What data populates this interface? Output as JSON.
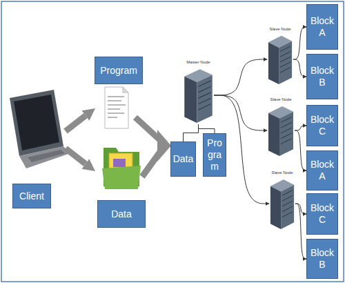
{
  "diagram": {
    "nodes": [
      {
        "text": [
          "Program"
        ]
      },
      {
        "text": [
          "Client"
        ]
      },
      {
        "text": [
          "Data"
        ]
      },
      {
        "text": [
          "Master Node"
        ]
      },
      {
        "text": [
          "Data"
        ]
      },
      {
        "text": [
          "Program"
        ]
      },
      {
        "text": [
          "Slave Node"
        ]
      },
      {
        "text": [
          "Slave Node"
        ]
      },
      {
        "text": [
          "Slave Node"
        ]
      },
      {
        "text": [
          "Block A"
        ]
      },
      {
        "text": [
          "Block B"
        ]
      },
      {
        "text": [
          "Block C"
        ]
      },
      {
        "text": [
          "Block A"
        ]
      },
      {
        "text": [
          "Block C"
        ]
      },
      {
        "text": [
          "Block B"
        ]
      }
    ],
    "edges": [
      {
        "from": 3,
        "to": 4,
        "arrow": "none"
      },
      {
        "from": 3,
        "to": 5,
        "arrow": "none"
      },
      {
        "from": 3,
        "to": 6,
        "arrow": "to"
      },
      {
        "from": 3,
        "to": 7,
        "arrow": "to"
      },
      {
        "from": 3,
        "to": 8,
        "arrow": "to"
      },
      {
        "from": 6,
        "to": 9,
        "arrow": "to"
      },
      {
        "from": 6,
        "to": 10,
        "arrow": "to"
      },
      {
        "from": 7,
        "to": 11,
        "arrow": "to"
      },
      {
        "from": 7,
        "to": 12,
        "arrow": "to"
      },
      {
        "from": 8,
        "to": 13,
        "arrow": "to"
      },
      {
        "from": 8,
        "to": 14,
        "arrow": "to"
      }
    ]
  }
}
